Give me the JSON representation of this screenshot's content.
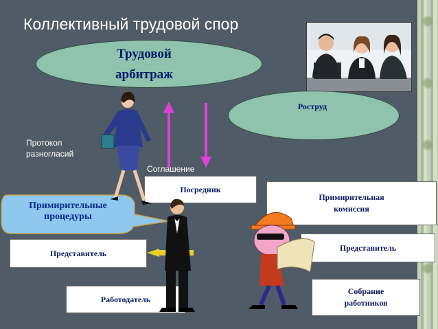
{
  "slide": {
    "title": "Коллективный трудовой спор"
  },
  "ellipses": {
    "arbitration_line1": "Трудовой",
    "arbitration_line2": "арбитраж",
    "rostrud": "Роструд"
  },
  "labels": {
    "protocol_line1": "Протокол",
    "protocol_line2": "разногласий",
    "agreement": "Соглашение"
  },
  "callout": {
    "line1": "Примирительные",
    "line2": "процедуры"
  },
  "boxes": {
    "mediator": "Посредник",
    "commission_line1": "Примирительная",
    "commission_line2": "комиссия",
    "rep_left": "Представитель",
    "rep_right": "Представитель",
    "employer": "Работодатель",
    "assembly_line1": "Собрание",
    "assembly_line2": "работников"
  },
  "colors": {
    "background": "#4f5b66",
    "ellipse_fill": "#8fc3ad",
    "arrow": "#e040d8",
    "box_text": "#0a1a60",
    "callout_fill": "#8ec8ef"
  }
}
